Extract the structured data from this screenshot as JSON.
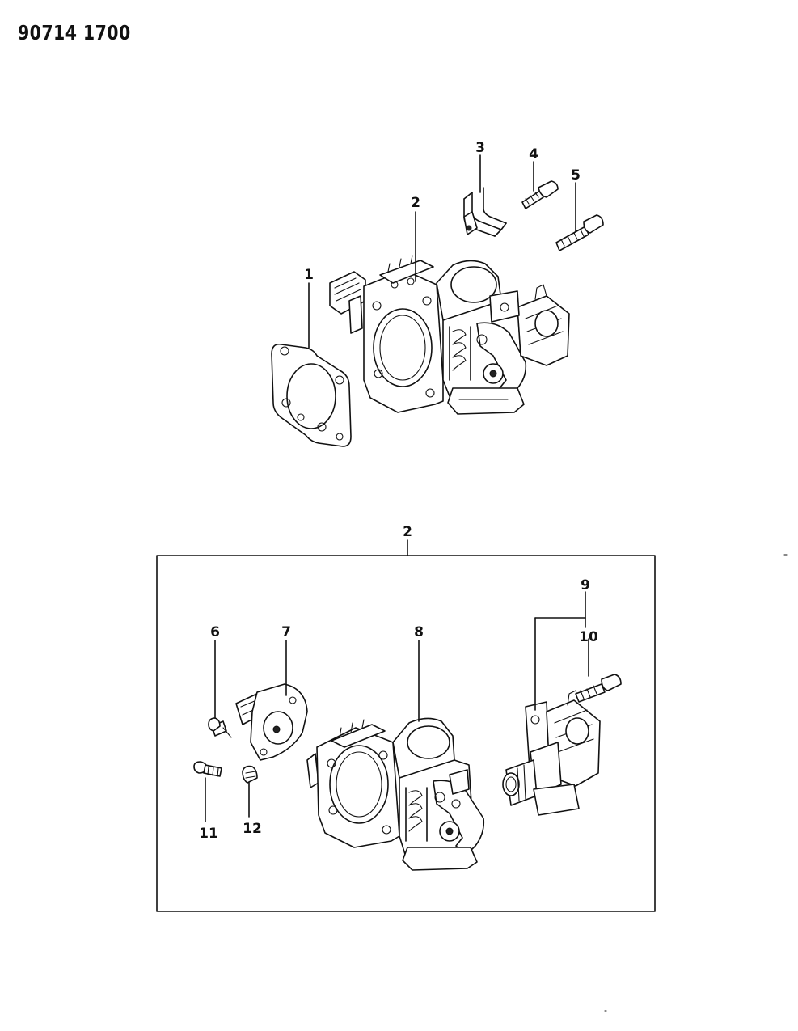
{
  "document": {
    "number": "90714 1700"
  },
  "callouts": {
    "upper": {
      "n1": "1",
      "n2": "2",
      "n3": "3",
      "n4": "4",
      "n5": "5"
    },
    "lower": {
      "n2": "2",
      "n6": "6",
      "n7": "7",
      "n8": "8",
      "n9": "9",
      "n10": "10",
      "n11": "11",
      "n12": "12"
    }
  }
}
